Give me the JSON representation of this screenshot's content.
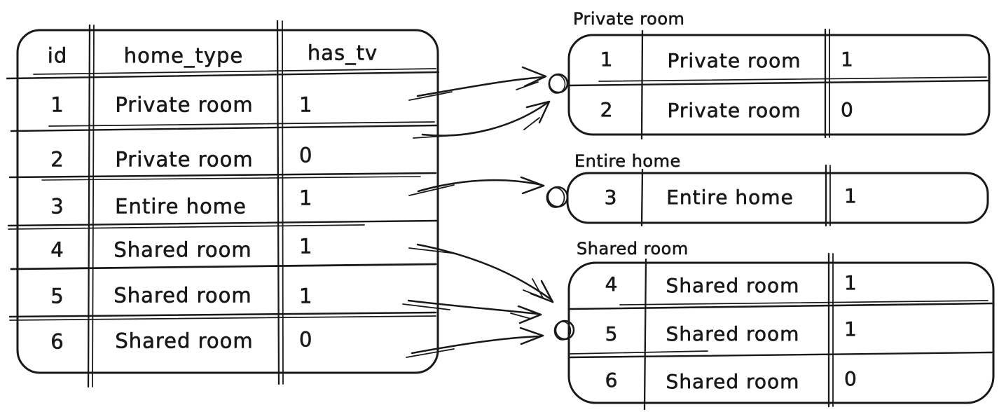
{
  "colors": {
    "ink": "#191919",
    "background": "#ffffff"
  },
  "source_table": {
    "headers": {
      "id": "id",
      "home_type": "home_type",
      "has_tv": "has_tv"
    },
    "rows": [
      {
        "id": "1",
        "home_type": "Private room",
        "has_tv": "1"
      },
      {
        "id": "2",
        "home_type": "Private room",
        "has_tv": "0"
      },
      {
        "id": "3",
        "home_type": "Entire home",
        "has_tv": "1"
      },
      {
        "id": "4",
        "home_type": "Shared room",
        "has_tv": "1"
      },
      {
        "id": "5",
        "home_type": "Shared room",
        "has_tv": "1"
      },
      {
        "id": "6",
        "home_type": "Shared room",
        "has_tv": "0"
      }
    ]
  },
  "groups": [
    {
      "label": "Private room",
      "rows": [
        {
          "id": "1",
          "home_type": "Private room",
          "has_tv": "1"
        },
        {
          "id": "2",
          "home_type": "Private room",
          "has_tv": "0"
        }
      ]
    },
    {
      "label": "Entire home",
      "rows": [
        {
          "id": "3",
          "home_type": "Entire home",
          "has_tv": "1"
        }
      ]
    },
    {
      "label": "Shared room",
      "rows": [
        {
          "id": "4",
          "home_type": "Shared room",
          "has_tv": "1"
        },
        {
          "id": "5",
          "home_type": "Shared room",
          "has_tv": "1"
        },
        {
          "id": "6",
          "home_type": "Shared room",
          "has_tv": "0"
        }
      ]
    }
  ]
}
